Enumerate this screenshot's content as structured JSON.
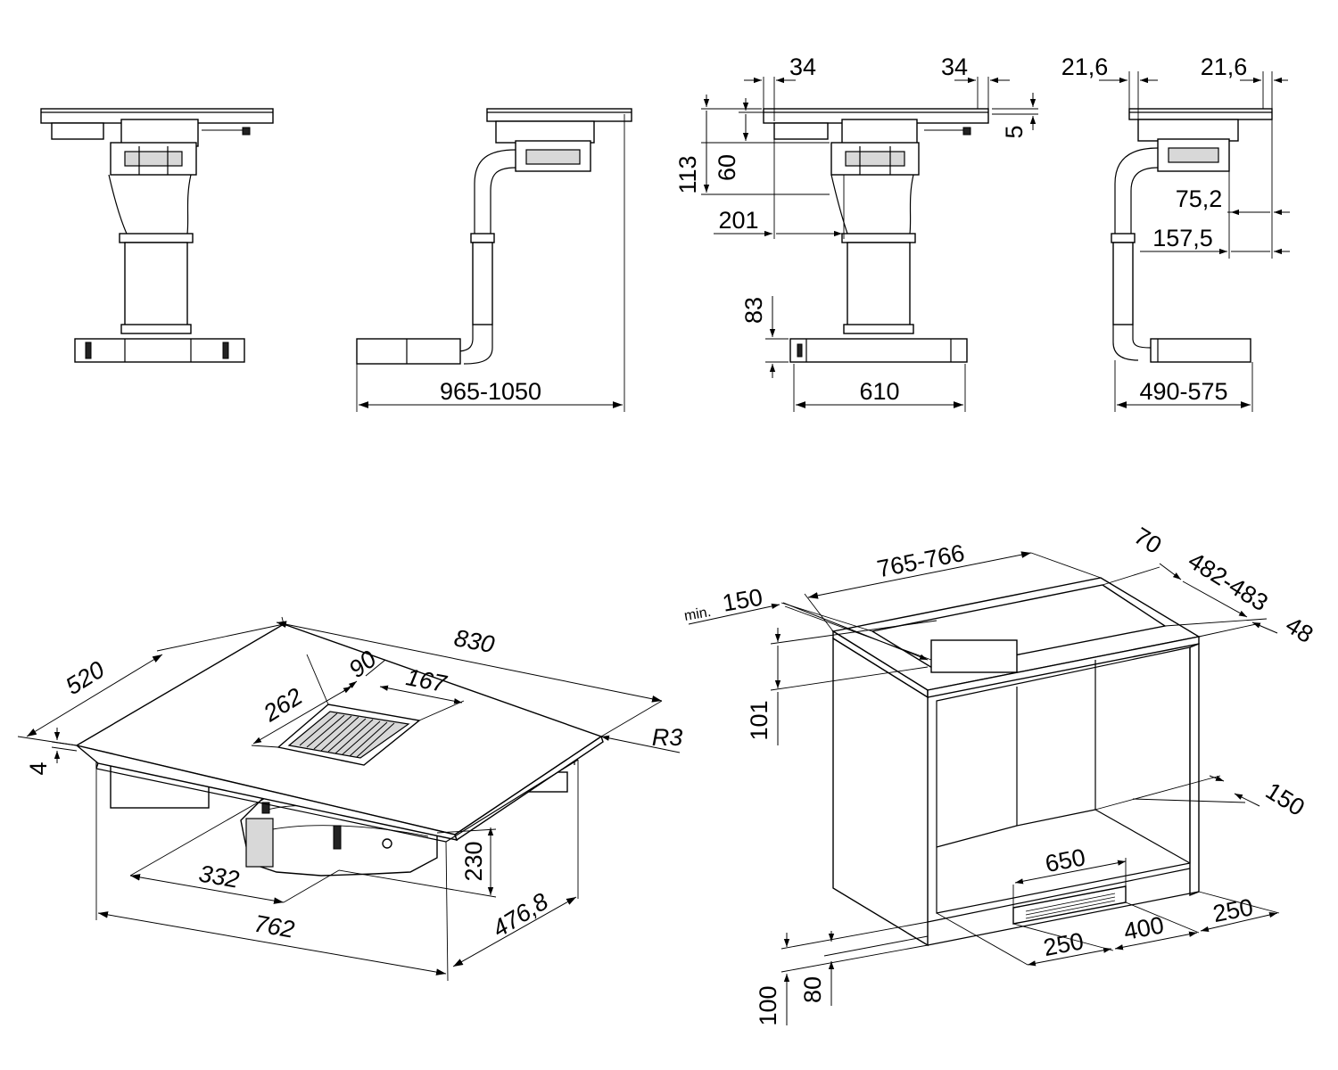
{
  "colors": {
    "line": "#000000",
    "background": "#ffffff",
    "shade": "#d8d8d8"
  },
  "side_side": {
    "depth": "965-1050"
  },
  "front_dims": {
    "w34_left": "34",
    "w34_right": "34",
    "h5": "5",
    "h113": "113",
    "h60": "60",
    "w201": "201",
    "h83": "83",
    "w610": "610"
  },
  "side_dims": {
    "w21_left": "21,6",
    "w21_right": "21,6",
    "d75": "75,2",
    "d157": "157,5",
    "d490": "490-575"
  },
  "hob_dims": {
    "l830": "830",
    "l520": "520",
    "l90": "90",
    "l167": "167",
    "l262": "262",
    "r3": "R3",
    "h4": "4",
    "l332": "332",
    "h230": "230",
    "l762": "762",
    "l476": "476,8"
  },
  "cabinet_dims": {
    "l765": "765-766",
    "min_prefix": "min.",
    "min_value": "150",
    "l70": "70",
    "l482": "482-483",
    "l48": "48",
    "h101": "101",
    "l150": "150",
    "l650": "650",
    "l250a": "250",
    "l400": "400",
    "l250b": "250",
    "h100": "100",
    "h80": "80"
  }
}
